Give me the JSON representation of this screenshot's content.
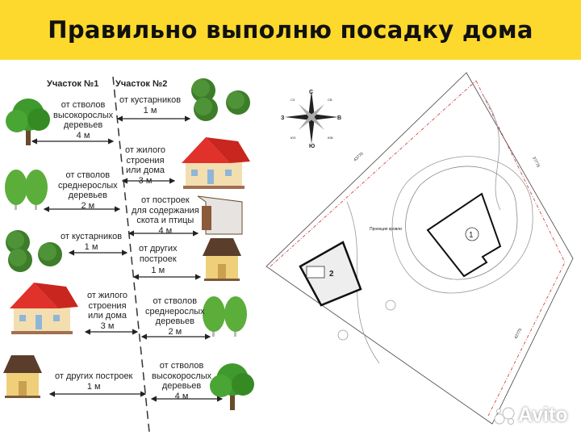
{
  "title": "Правильно выполню посадку дома",
  "infographic": {
    "plot1_label": "Участок №1",
    "plot2_label": "Участок №2",
    "left_rows": [
      {
        "text": [
          "от стволов",
          "высокорослых",
          "деревьев"
        ],
        "distance": "4 м",
        "icon": "tall-tree"
      },
      {
        "text": [
          "от стволов",
          "среднерослых",
          "деревьев"
        ],
        "distance": "2 м",
        "icon": "medium-trees"
      },
      {
        "text": [
          "от кустарников"
        ],
        "distance": "1 м",
        "icon": "bushes"
      },
      {
        "text": [
          "от жилого",
          "строения",
          "или дома"
        ],
        "distance": "3 м",
        "icon": "red-roof-house"
      },
      {
        "text": [
          "от других построек"
        ],
        "distance": "1 м",
        "icon": "wooden-shed"
      }
    ],
    "right_rows": [
      {
        "text": [
          "от кустарников"
        ],
        "distance": "1 м",
        "icon": "bushes"
      },
      {
        "text": [
          "от жилого",
          "строения",
          "или дома"
        ],
        "distance": "3 м",
        "icon": "red-roof-house"
      },
      {
        "text": [
          "от построек",
          "для содержания",
          "скота и птицы"
        ],
        "distance": "4 м",
        "icon": "barn"
      },
      {
        "text": [
          "от других",
          "построек"
        ],
        "distance": "1 м",
        "icon": "wooden-shed"
      },
      {
        "text": [
          "от стволов",
          "среднерослых",
          "деревьев"
        ],
        "distance": "2 м",
        "icon": "medium-trees"
      },
      {
        "text": [
          "от стволов",
          "высокорослых",
          "деревьев"
        ],
        "distance": "4 м",
        "icon": "tall-tree"
      }
    ]
  },
  "site_plan": {
    "compass": {
      "n": "С",
      "s": "Ю",
      "w": "З",
      "e": "В",
      "nw": "СЗ",
      "ne": "СВ",
      "sw": "ЮЗ",
      "se": "ЮВ"
    },
    "building_1": "1",
    "building_2": "2",
    "roof_projection": "Проекция кровли",
    "dimensions": [
      "43770",
      "37775",
      "42775"
    ]
  },
  "watermark": "Avito",
  "colors": {
    "banner": "#fcd92c",
    "tree": "#3e9a2c",
    "roof": "#e0312b"
  }
}
